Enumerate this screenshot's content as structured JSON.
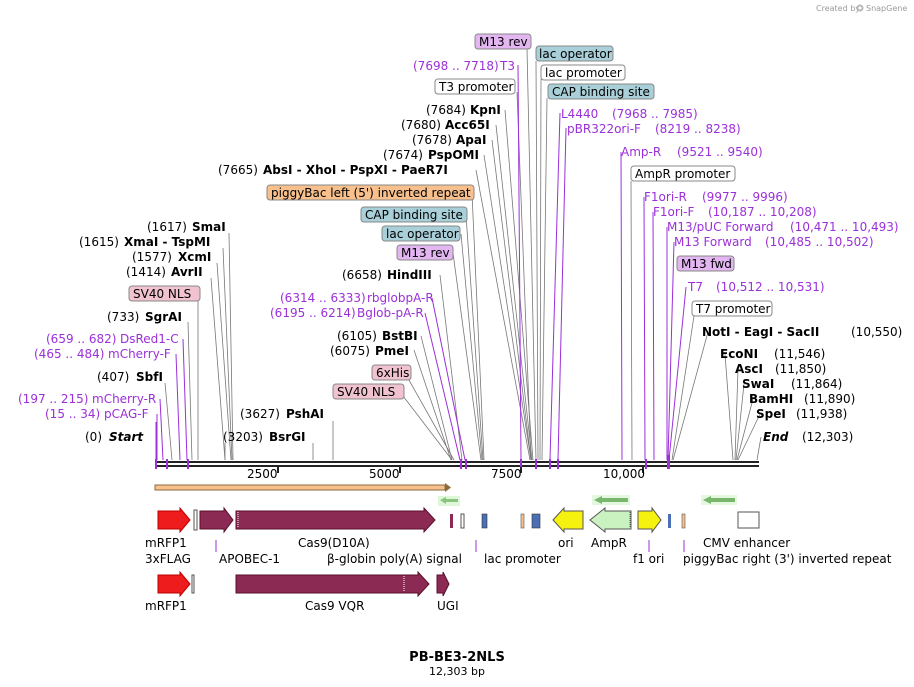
{
  "header": {
    "credit": "Created by",
    "brand": "SnapGene"
  },
  "footer": {
    "plasmid_name": "PB-BE3-2NLS",
    "plasmid_length": "12,303 bp"
  },
  "axis": {
    "ticks": [
      {
        "label": "2500"
      },
      {
        "label": "5000"
      },
      {
        "label": "7500"
      },
      {
        "label": "10,000"
      }
    ]
  },
  "features": {
    "mRFP1": "mRFP1",
    "3xFLAG": "3xFLAG",
    "APOBEC-1": "APOBEC-1",
    "Cas9D10A": "Cas9(D10A)",
    "bglobin": "β-globin poly(A) signal",
    "lacprom": "lac promoter",
    "ori": "ori",
    "AmpR": "AmpR",
    "f1ori": "f1 ori",
    "cmv": "CMV enhancer",
    "pbright": "piggyBac right (3') inverted repeat",
    "mRFP1b": "mRFP1",
    "Cas9VQR": "Cas9 VQR",
    "UGI": "UGI"
  },
  "boxes": {
    "m13rev_top": "M13 rev",
    "lacop_top": "lac operator",
    "lacprom_top": "lac promoter",
    "cap_top": "CAP binding site",
    "t3prom": "T3 promoter",
    "amprprom": "AmpR promoter",
    "pbleft": "piggyBac left (5') inverted repeat",
    "cap_mid": "CAP binding site",
    "lacop_mid": "lac operator",
    "m13rev_mid": "M13 rev",
    "sv40nls_left": "SV40 NLS",
    "m13fwd": "M13 fwd",
    "t7prom": "T7 promoter",
    "sixhis": "6xHis",
    "sv40nls_mid": "SV40 NLS"
  },
  "labels": {
    "t3_pos": "(7698 .. 7718)",
    "t3_name": "T3",
    "kpni_pos": "(7684)",
    "kpni_name": "KpnI",
    "acc65i_pos": "(7680)",
    "acc65i_name": "Acc65I",
    "apai_pos": "(7678)",
    "apai_name": "ApaI",
    "pspomi_pos": "(7674)",
    "pspomi_name": "PspOMI",
    "absi_pos": "(7665)",
    "absi_names": "AbsI - XhoI - PspXI - PaeR7I",
    "l4440_name": "L4440",
    "l4440_pos": "(7968 .. 7985)",
    "pbr_name": "pBR322ori-F",
    "pbr_pos": "(8219 .. 8238)",
    "ampr_name": "Amp-R",
    "ampr_pos": "(9521 .. 9540)",
    "f1orir_name": "F1ori-R",
    "f1orir_pos": "(9977 .. 9996)",
    "f1orif_name": "F1ori-F",
    "f1orif_pos": "(10,187 .. 10,208)",
    "m13puc_name": "M13/pUC Forward",
    "m13puc_pos": "(10,471 .. 10,493)",
    "m13f_name": "M13 Forward",
    "m13f_pos": "(10,485 .. 10,502)",
    "t7_name": "T7",
    "t7_pos": "(10,512 .. 10,531)",
    "noti_names": "NotI - EagI - SacII",
    "noti_pos": "(10,550)",
    "econi_name": "EcoNI",
    "econi_pos": "(11,546)",
    "asci_name": "AscI",
    "asci_pos": "(11,850)",
    "swai_name": "SwaI",
    "swai_pos": "(11,864)",
    "bamhi_name": "BamHI",
    "bamhi_pos": "(11,890)",
    "spei_name": "SpeI",
    "spei_pos": "(11,938)",
    "end_name": "End",
    "end_pos": "(12,303)",
    "smai_pos": "(1617)",
    "smai_name": "SmaI",
    "xmai_pos": "(1615)",
    "xmai_names": "XmaI - TspMI",
    "xcmi_pos": "(1577)",
    "xcmi_name": "XcmI",
    "avrii_pos": "(1414)",
    "avrii_name": "AvrII",
    "hindiii_pos": "(6658)",
    "hindiii_name": "HindIII",
    "rbglob_pos": "(6314 .. 6333)",
    "rbglob_name": "rbglobpA-R",
    "bglob_pos": "(6195 .. 6214)",
    "bglob_name": "Bglob-pA-R",
    "sgrai_pos": "(733)",
    "sgrai_name": "SgrAI",
    "dsred_pos": "(659 .. 682)",
    "dsred_name": "DsRed1-C",
    "mcherryf_pos": "(465 .. 484)",
    "mcherryf_name": "mCherry-F",
    "bstbi_pos": "(6105)",
    "bstbi_name": "BstBI",
    "pmei_pos": "(6075)",
    "pmei_name": "PmeI",
    "sbfi_pos": "(407)",
    "sbfi_name": "SbfI",
    "mcherryr_pos": "(197 .. 215)",
    "mcherryr_name": "mCherry-R",
    "pcag_pos": "(15 .. 34)",
    "pcag_name": "pCAG-F",
    "pshai_pos": "(3627)",
    "pshai_name": "PshAI",
    "start_pos": "(0)",
    "start_name": "Start",
    "bsrgi_pos": "(3203)",
    "bsrgi_name": "BsrGI"
  }
}
